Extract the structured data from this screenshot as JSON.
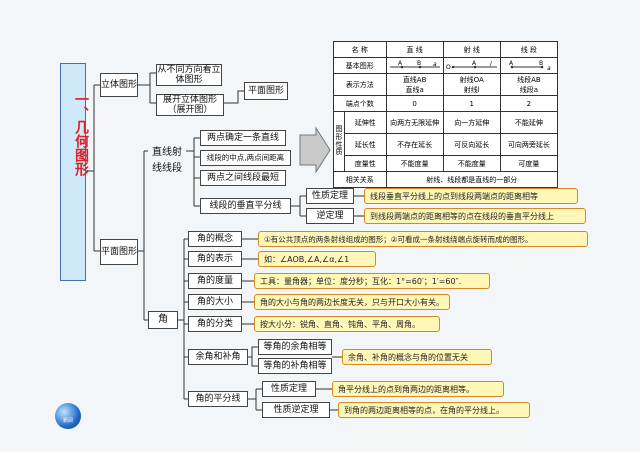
{
  "title_text": "一、几何图形",
  "logo_text": "新阅",
  "branches": {
    "solid": "立体图形",
    "plane": "平面图形",
    "views": "从不同方向看立体图形",
    "unfold": "展开立体图形（展开图）",
    "plane_figure": "平面图形",
    "line_group": "直线射线线段",
    "angle": "角"
  },
  "lines": {
    "items": [
      "两点确定一条直线",
      "线段的中点,两点间距离",
      "两点之间线段最短",
      "线段的垂直平分线"
    ],
    "property": "性质定理",
    "inverse": "逆定理",
    "property_note": "线段垂直平分线上的点到线段两端点的距离相等",
    "inverse_note": "到线段两端点的距离相等的点在线段的垂直平分线上"
  },
  "angles": {
    "items": [
      {
        "label": "角的概念",
        "note": "①有公共顶点的两条射线组成的图形；②可看成一条射线绕端点旋转而成的图形。"
      },
      {
        "label": "角的表示",
        "note": "如：∠AOB,∠A,∠α,∠1"
      },
      {
        "label": "角的度量",
        "note": "工具：量角器；单位：度分秒；互化：1°=60′；1′=60″."
      },
      {
        "label": "角的大小",
        "note": "角的大小与角的两边长度无关，只与开口大小有关。"
      },
      {
        "label": "角的分类",
        "note": "按大小分：锐角、直角、钝角、平角、周角。"
      }
    ],
    "comp_label": "余角和补角",
    "comp_sub": [
      "等角的余角相等",
      "等角的补角相等"
    ],
    "comp_note": "余角、补角的概念与角的位置无关",
    "bisector_label": "角的平分线",
    "bisector_property": "性质定理",
    "bisector_inverse": "性质逆定理",
    "bisector_property_note": "角平分线上的点到角两边的距离相等。",
    "bisector_inverse_note": "到角的两边距离相等的点，在角的平分线上。"
  },
  "table": {
    "headers": [
      "名  称",
      "直  线",
      "射  线",
      "线  段"
    ],
    "row_basic_label": "基本图形",
    "figure_labels": [
      "A",
      "B",
      "a",
      "O",
      "A",
      "l",
      "A",
      "B",
      "a"
    ],
    "row_method_label": "表示方法",
    "method": [
      "直线AB",
      "直线a",
      "射线OA",
      "射线l",
      "线段AB",
      "线段a"
    ],
    "row_endpoints_label": "端点个数",
    "endpoints": [
      "0",
      "1",
      "2"
    ],
    "side_label": "图形性质",
    "row_extend_label": "延伸性",
    "extend": [
      "向两方无限延伸",
      "向一方延伸",
      "不能延伸"
    ],
    "row_extlen_label": "延长性",
    "extlen": [
      "不存在延长",
      "可反向延长",
      "可向两旁延长"
    ],
    "row_measure_label": "度量性",
    "measure": [
      "不能度量",
      "不能度量",
      "可度量"
    ],
    "row_relation_label": "相关关系",
    "relation": "射线、线段都是直线的一部分"
  }
}
